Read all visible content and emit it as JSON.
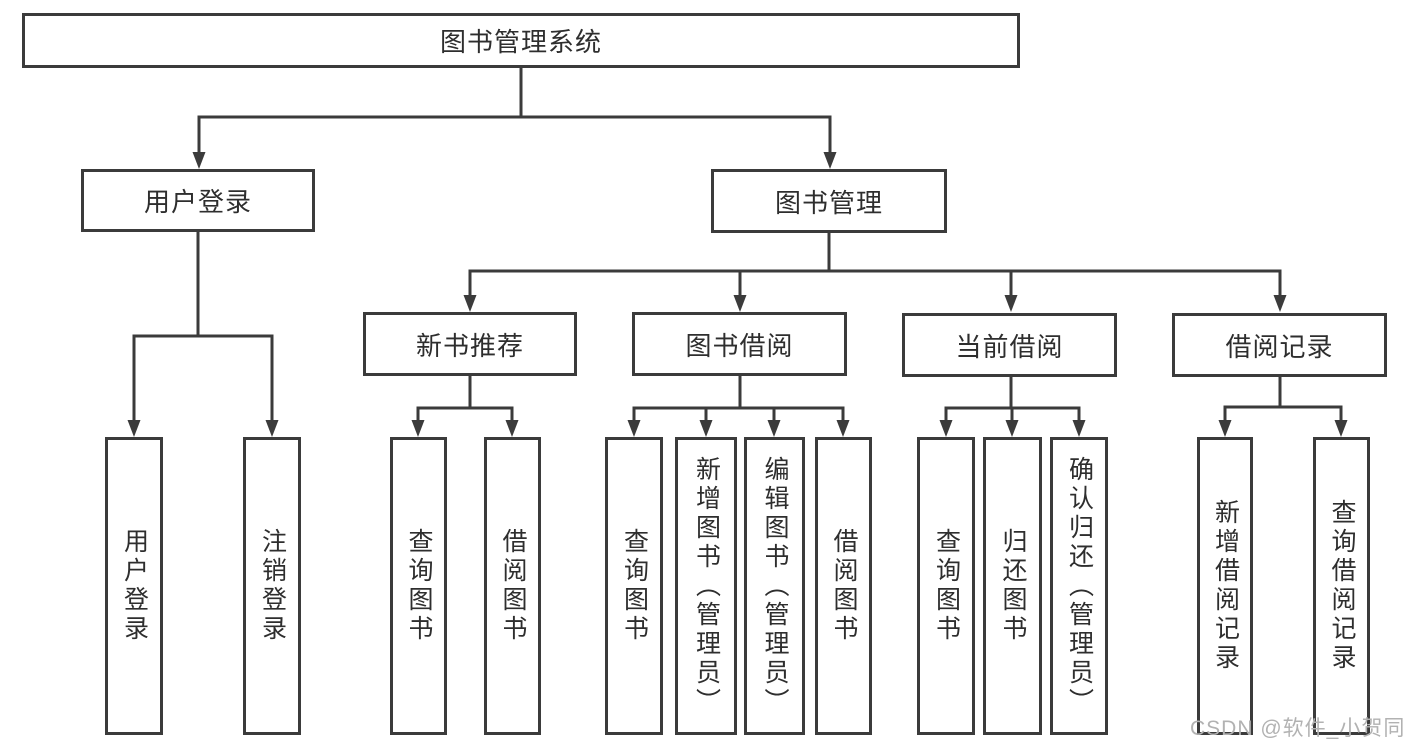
{
  "root": {
    "label": "图书管理系统"
  },
  "branches": [
    {
      "label": "用户登录",
      "leaves": [
        "用户登录",
        "注销登录"
      ]
    },
    {
      "label": "图书管理",
      "children": [
        {
          "label": "新书推荐",
          "leaves": [
            "查询图书",
            "借阅图书"
          ]
        },
        {
          "label": "图书借阅",
          "leaves": [
            "查询图书",
            "新增图书（管理员）",
            "编辑图书（管理员）",
            "借阅图书"
          ]
        },
        {
          "label": "当前借阅",
          "leaves": [
            "查询图书",
            "归还图书",
            "确认归还（管理员）"
          ]
        },
        {
          "label": "借阅记录",
          "leaves": [
            "新增借阅记录",
            "查询借阅记录"
          ]
        }
      ]
    }
  ],
  "watermark": "CSDN @软件_小贺同学",
  "colors": {
    "line": "#3b3b3b",
    "text": "#2e2e2e",
    "watermark": "#b2b2b2",
    "background": "#ffffff"
  }
}
